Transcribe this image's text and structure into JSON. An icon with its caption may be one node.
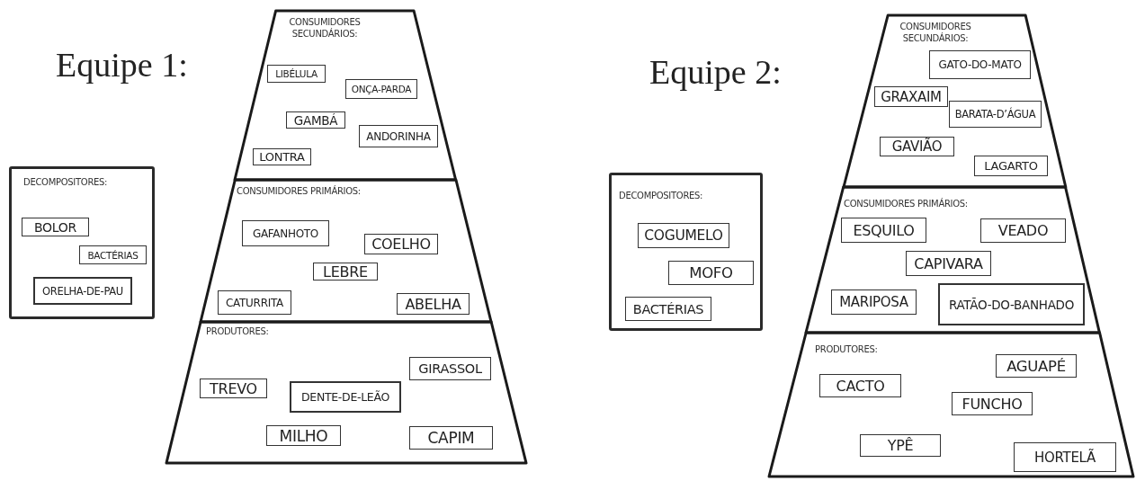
{
  "diagram": {
    "nodes": [
      {
        "text": [
          "DECOMPOSITORES:"
        ]
      },
      {
        "text": [
          "BOLOR"
        ],
        "in": 0
      },
      {
        "text": [
          "BACTÉRIAS"
        ],
        "in": 0
      },
      {
        "text": [
          "ORELHA-DE-PAU"
        ],
        "in": 0
      },
      {
        "text": [
          "CONSUMIDORES SECUNDÁRIOS:"
        ]
      },
      {
        "text": [
          "LIBÉLULA"
        ],
        "in": 4
      },
      {
        "text": [
          "ONÇA-PARDA"
        ],
        "in": 4
      },
      {
        "text": [
          "GAMBÁ"
        ],
        "in": 4
      },
      {
        "text": [
          "ANDORINHA"
        ],
        "in": 4
      },
      {
        "text": [
          "LONTRA"
        ],
        "in": 4
      },
      {
        "text": [
          "CONSUMIDORES PRIMÁRIOS:"
        ]
      },
      {
        "text": [
          "GAFANHOTO"
        ],
        "in": 10
      },
      {
        "text": [
          "COELHO"
        ],
        "in": 10
      },
      {
        "text": [
          "LEBRE"
        ],
        "in": 10
      },
      {
        "text": [
          "CATURRITA"
        ],
        "in": 10
      },
      {
        "text": [
          "ABELHA"
        ],
        "in": 10
      },
      {
        "text": [
          "PRODUTORES:"
        ]
      },
      {
        "text": [
          "GIRASSOL"
        ],
        "in": 16
      },
      {
        "text": [
          "TREVO"
        ],
        "in": 16
      },
      {
        "text": [
          "DENTE-DE-LEÃO"
        ],
        "in": 16
      },
      {
        "text": [
          "MILHO"
        ],
        "in": 16
      },
      {
        "text": [
          "CAPIM"
        ],
        "in": 16
      },
      {
        "text": [
          "DECOMPOSITORES:"
        ]
      },
      {
        "text": [
          "COGUMELO"
        ],
        "in": 22
      },
      {
        "text": [
          "MOFO"
        ],
        "in": 22
      },
      {
        "text": [
          "BACTÉRIAS"
        ],
        "in": 22
      },
      {
        "text": [
          "CONSUMIDORES SECUNDÁRIOS:"
        ]
      },
      {
        "text": [
          "GATO-DO-MATO"
        ],
        "in": 26
      },
      {
        "text": [
          "GRAXAIM"
        ],
        "in": 26
      },
      {
        "text": [
          "BARATA-D’ÁGUA"
        ],
        "in": 26
      },
      {
        "text": [
          "GAVIÃO"
        ],
        "in": 26
      },
      {
        "text": [
          "LAGARTO"
        ],
        "in": 26
      },
      {
        "text": [
          "CONSUMIDORES PRIMÁRIOS:"
        ]
      },
      {
        "text": [
          "ESQUILO"
        ],
        "in": 32
      },
      {
        "text": [
          "VEADO"
        ],
        "in": 32
      },
      {
        "text": [
          "CAPIVARA"
        ],
        "in": 32
      },
      {
        "text": [
          "MARIPOSA"
        ],
        "in": 32
      },
      {
        "text": [
          "RATÃO-DO-BANHADO"
        ],
        "in": 32
      },
      {
        "text": [
          "PRODUTORES:"
        ]
      },
      {
        "text": [
          "AGUAPÉ"
        ],
        "in": 38
      },
      {
        "text": [
          "CACTO"
        ],
        "in": 38
      },
      {
        "text": [
          "FUNCHO"
        ],
        "in": 38
      },
      {
        "text": [
          "YPÊ"
        ],
        "in": 38
      },
      {
        "text": [
          "HORTELÃ"
        ],
        "in": 38
      }
    ],
    "labels": [
      "Equipe 1:",
      "Equipe 2:"
    ]
  }
}
